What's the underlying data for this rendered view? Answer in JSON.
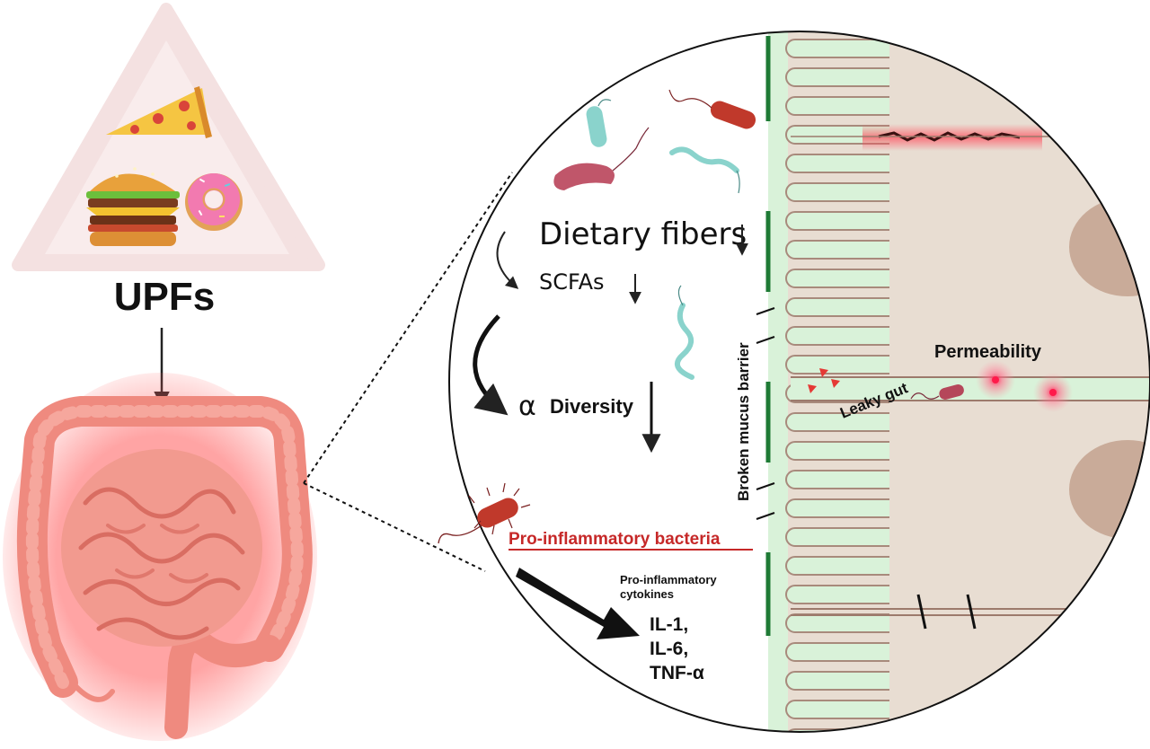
{
  "food": {
    "label": "UPFs",
    "items": [
      "pizza-slice-icon",
      "burger-icon",
      "donut-icon"
    ]
  },
  "zoom": {
    "dietary_fibers": "Dietary fibers",
    "scfas": "SCFAs",
    "alpha": "α",
    "diversity": "Diversity",
    "pro_inflammatory_bacteria": "Pro-inflammatory bacteria",
    "cytokines_heading_line1": "Pro-inflammatory",
    "cytokines_heading_line2": "cytokines",
    "cytokine_1": "IL-1,",
    "cytokine_2": "IL-6,",
    "cytokine_3": "TNF-α",
    "broken_barrier": "Broken mucus barrier",
    "leaky_gut": "Leaky gut",
    "permeability": "Permeability"
  },
  "colors": {
    "gut": "#f08a80",
    "gut_glow": "#ff6b6b",
    "barrier_green": "#1e7a35",
    "villi_fill": "#d9f2d9",
    "tissue": "#e8ddd2",
    "bacteria_red": "#c0392b",
    "bacteria_teal": "#7fcfc6",
    "red_label": "#c62828"
  }
}
